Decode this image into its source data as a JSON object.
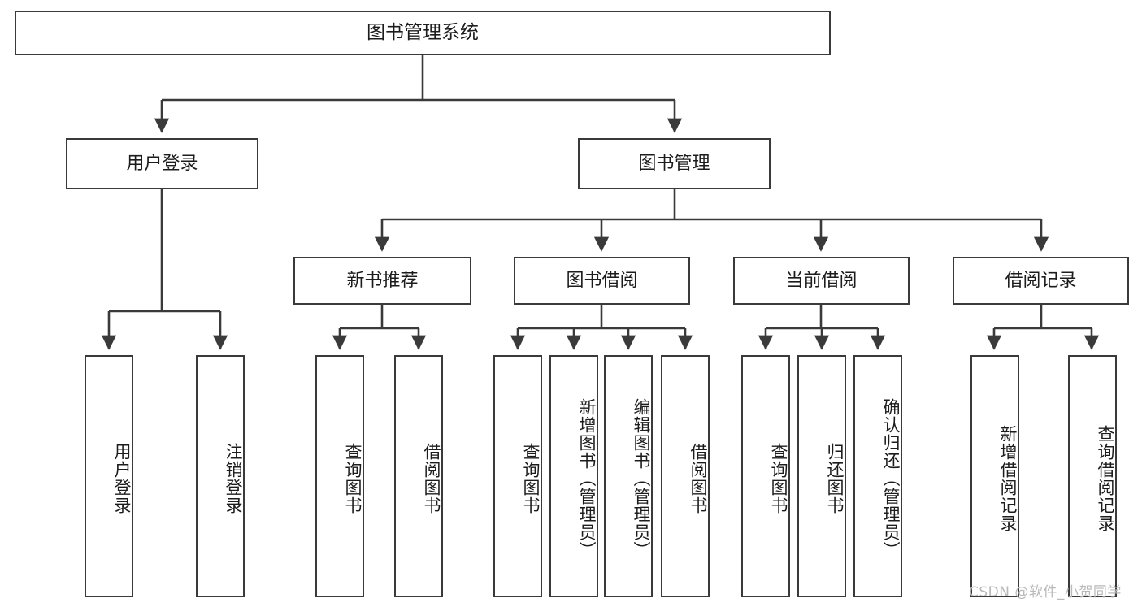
{
  "diagram": {
    "type": "tree-hierarchy",
    "title": "图书管理系统",
    "watermark": "CSDN @软件_小贺同学",
    "colors": {
      "stroke": "#3a3a3a",
      "fill": "#ffffff",
      "text": "#1c1c1c",
      "watermark": "#b9b9b9"
    },
    "levels": {
      "root": {
        "label": "图书管理系统"
      },
      "level1": [
        {
          "label": "用户登录"
        },
        {
          "label": "图书管理"
        }
      ],
      "level2": [
        {
          "label": "新书推荐",
          "parent": "图书管理"
        },
        {
          "label": "图书借阅",
          "parent": "图书管理"
        },
        {
          "label": "当前借阅",
          "parent": "图书管理"
        },
        {
          "label": "借阅记录",
          "parent": "图书管理"
        }
      ],
      "leaves": {
        "用户登录": [
          {
            "label": "用户登录"
          },
          {
            "label": "注销登录"
          }
        ],
        "新书推荐": [
          {
            "label": "查询图书"
          },
          {
            "label": "借阅图书"
          }
        ],
        "图书借阅": [
          {
            "label": "查询图书"
          },
          {
            "label": "新增图书（管理员）"
          },
          {
            "label": "编辑图书（管理员）"
          },
          {
            "label": "借阅图书"
          }
        ],
        "当前借阅": [
          {
            "label": "查询图书"
          },
          {
            "label": "归还图书"
          },
          {
            "label": "确认归还（管理员）"
          }
        ],
        "借阅记录": [
          {
            "label": "新增借阅记录"
          },
          {
            "label": "查询借阅记录"
          }
        ]
      }
    }
  }
}
